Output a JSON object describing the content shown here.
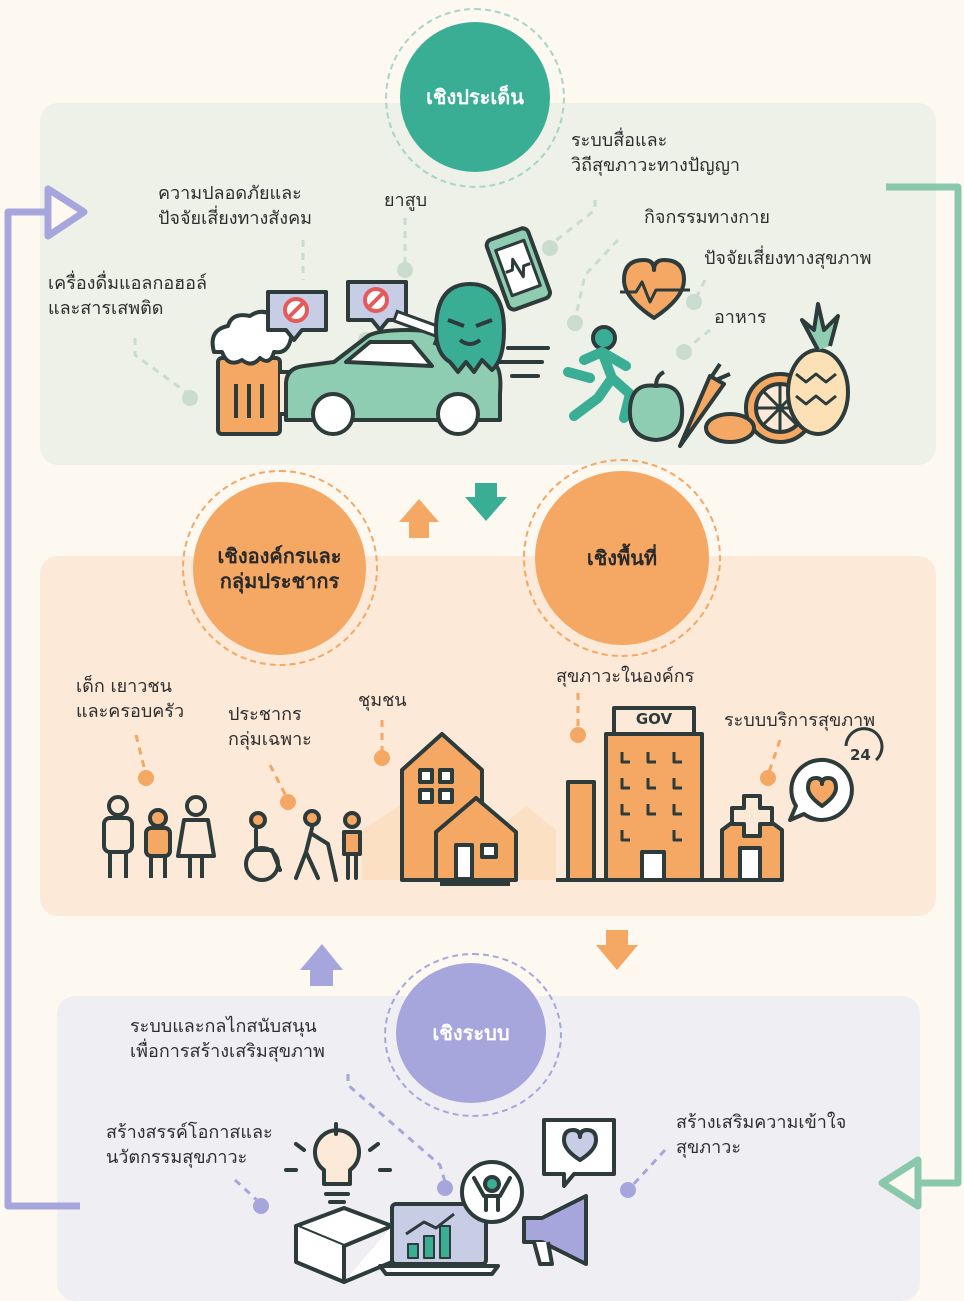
{
  "issue": {
    "title": "เชิงประเด็น",
    "items": {
      "alcohol": "เครื่องดื่มแอลกอฮอล์\nและสารเสพติด",
      "safety": "ความปลอดภัยและ\nปัจจัยเสี่ยงทางสังคม",
      "tobacco": "ยาสูบ",
      "media": "ระบบสื่อและ\nวิถีสุขภาวะทางปัญญา",
      "activity": "กิจกรรมทางกาย",
      "risk": "ปัจจัยเสี่ยงทางสุขภาพ",
      "food": "อาหาร"
    }
  },
  "org": {
    "title": "เชิงองค์กรและ\nกลุ่มประชากร"
  },
  "area": {
    "title": "เชิงพื้นที่",
    "items": {
      "children": "เด็ก เยาวชน\nและครอบครัว",
      "specific": "ประชากร\nกลุ่มเฉพาะ",
      "community": "ชุมชน",
      "workplace": "สุขภาวะในองค์กร",
      "service": "ระบบบริการสุขภาพ"
    },
    "gov_sign": "GOV",
    "service_hours": "24"
  },
  "system": {
    "title": "เชิงระบบ",
    "items": {
      "support": "ระบบและกลไกสนับสนุน\nเพื่อการสร้างเสริมสุขภาพ",
      "innovation": "สร้างสรรค์โอกาสและ\nนวัตกรรมสุขภาวะ",
      "understanding": "สร้างเสริมความเข้าใจ\nสุขภาวะ"
    }
  },
  "colors": {
    "green": "#3aae95",
    "orange": "#f5a764",
    "purple": "#a3a3da",
    "dark": "#2d3b3a"
  }
}
